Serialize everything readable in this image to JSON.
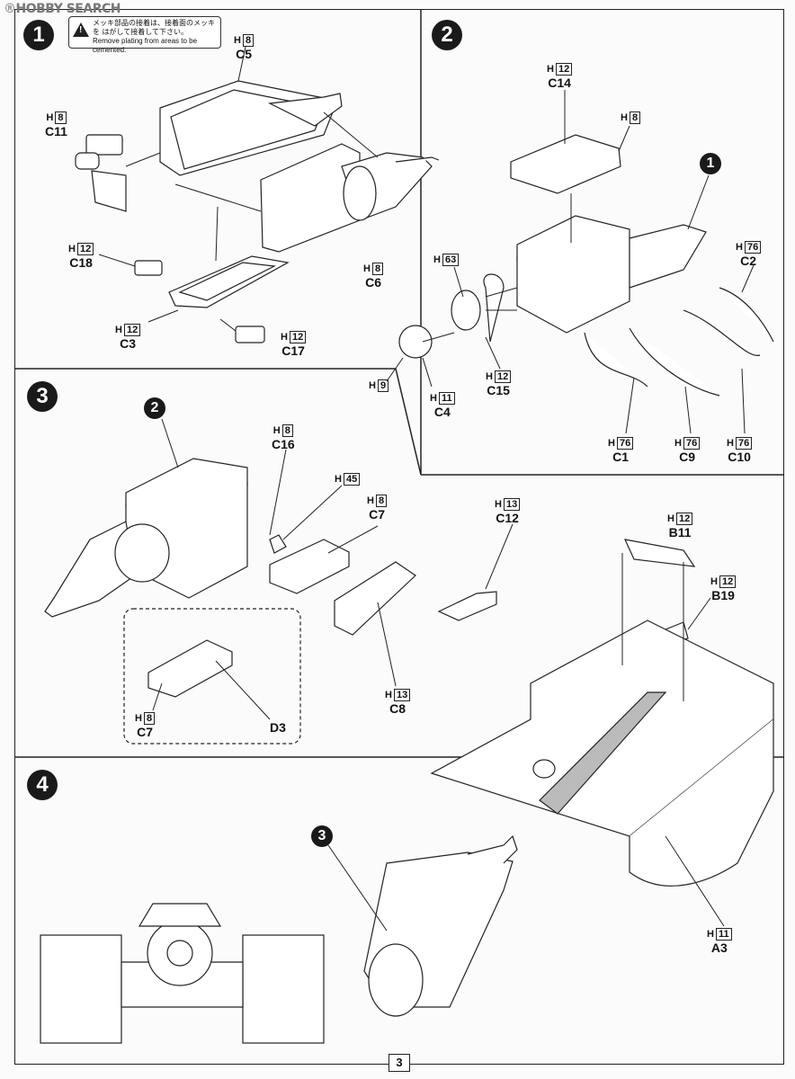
{
  "watermark": {
    "brand": "HOBBY SEARCH",
    "registered": "®"
  },
  "page_number": "3",
  "caution_note": {
    "icon": "warning-triangle-icon",
    "symbol": "!",
    "japanese": "メッキ部品の接着は、接着面のメッキを はがして接着して下さい。",
    "english": "Remove plating from areas to be cemented."
  },
  "steps": [
    "1",
    "2",
    "3",
    "4"
  ],
  "step_refs": {
    "step2_ref": "1",
    "step3_ref": "2",
    "step4_ref": "3"
  },
  "parts": [
    {
      "key": "c5",
      "h": "H",
      "box": "8",
      "id": "C5"
    },
    {
      "key": "c11",
      "h": "H",
      "box": "8",
      "id": "C11"
    },
    {
      "key": "c18",
      "h": "H",
      "box": "12",
      "id": "C18"
    },
    {
      "key": "c6",
      "h": "H",
      "box": "8",
      "id": "C6"
    },
    {
      "key": "c3",
      "h": "H",
      "box": "12",
      "id": "C3"
    },
    {
      "key": "c17",
      "h": "H",
      "box": "12",
      "id": "C17"
    },
    {
      "key": "c14",
      "h": "H",
      "box": "12",
      "id": "C14"
    },
    {
      "key": "h8b",
      "h": "H",
      "box": "8",
      "id": ""
    },
    {
      "key": "c2",
      "h": "H",
      "box": "76",
      "id": "C2"
    },
    {
      "key": "h63",
      "h": "H",
      "box": "63",
      "id": ""
    },
    {
      "key": "c15",
      "h": "H",
      "box": "12",
      "id": "C15"
    },
    {
      "key": "h9",
      "h": "H",
      "box": "9",
      "id": ""
    },
    {
      "key": "c4",
      "h": "H",
      "box": "11",
      "id": "C4"
    },
    {
      "key": "c1",
      "h": "H",
      "box": "76",
      "id": "C1"
    },
    {
      "key": "c9",
      "h": "H",
      "box": "76",
      "id": "C9"
    },
    {
      "key": "c10",
      "h": "H",
      "box": "76",
      "id": "C10"
    },
    {
      "key": "c16",
      "h": "H",
      "box": "8",
      "id": "C16"
    },
    {
      "key": "h45",
      "h": "H",
      "box": "45",
      "id": ""
    },
    {
      "key": "c7",
      "h": "H",
      "box": "8",
      "id": "C7"
    },
    {
      "key": "c12",
      "h": "H",
      "box": "13",
      "id": "C12"
    },
    {
      "key": "b11",
      "h": "H",
      "box": "12",
      "id": "B11"
    },
    {
      "key": "b19",
      "h": "H",
      "box": "12",
      "id": "B19"
    },
    {
      "key": "c8",
      "h": "H",
      "box": "13",
      "id": "C8"
    },
    {
      "key": "c7b",
      "h": "H",
      "box": "8",
      "id": "C7"
    },
    {
      "key": "d3",
      "h": "",
      "box": "",
      "id": "D3"
    },
    {
      "key": "a3",
      "h": "H",
      "box": "11",
      "id": "A3"
    }
  ]
}
